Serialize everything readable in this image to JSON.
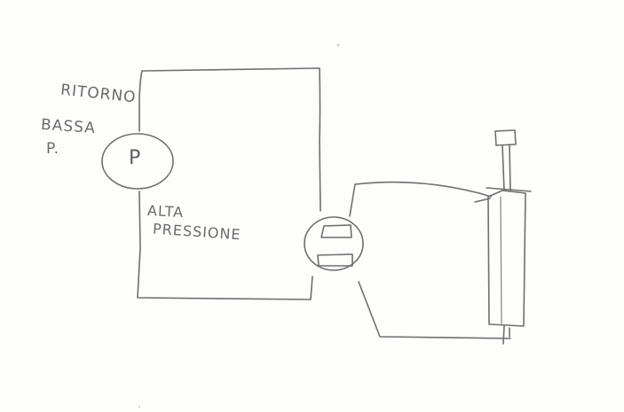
{
  "labels": {
    "ritorno": "RITORNO",
    "bassa": "BASSA",
    "p_abbrev": "P.",
    "alta": "ALTA",
    "pressione": "PRESSIONE"
  },
  "pump": {
    "letter": "P"
  },
  "colors": {
    "ink": "#6f6f6f",
    "paper": "#fdfdfc"
  },
  "icons": {
    "pump": "pump-icon",
    "valve": "directional-valve-icon",
    "cylinder": "hydraulic-cylinder-icon"
  }
}
